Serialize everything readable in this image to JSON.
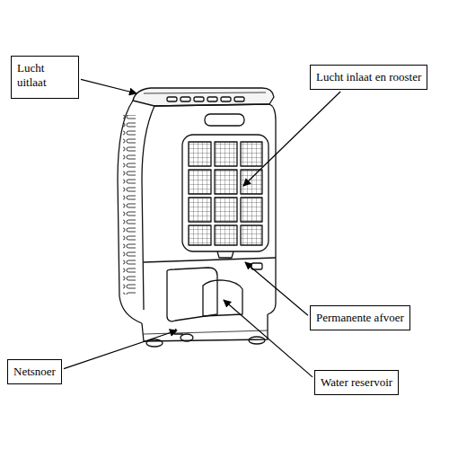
{
  "diagram": {
    "nodes": [
      {
        "text": [
          "Lucht uitlaat"
        ]
      },
      {
        "text": [
          "Lucht inlaat en rooster"
        ]
      },
      {
        "text": [
          "Permanente afvoer"
        ]
      },
      {
        "text": [
          "Netsnoer"
        ]
      },
      {
        "text": [
          "Water reservoir"
        ]
      }
    ]
  }
}
